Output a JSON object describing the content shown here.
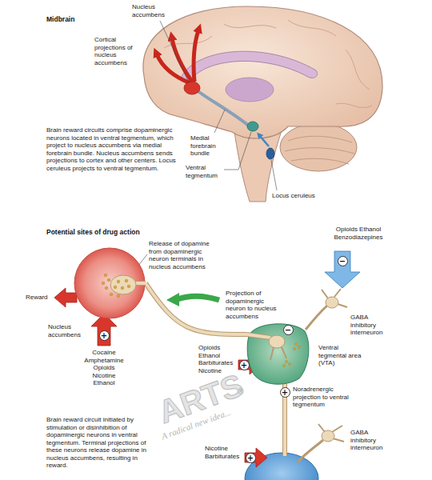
{
  "diagram": {
    "nodes": [
      {
        "text": [
          "Nucleus accumbens"
        ]
      },
      {
        "text": [
          "Ventral tegmental area (VTA)"
        ]
      }
    ],
    "edges": [
      {
        "from": 1,
        "to": 0,
        "arrow": "none"
      }
    ],
    "labels": [
      "Midbrain",
      "Nucleus accumbens",
      "Cortical projections of nucleus accumbens",
      "Medial forebrain bundle",
      "Ventral tegmentum",
      "Locus ceruleus",
      "Brain reward circuits comprise dopaminergic neurons located in ventral tegmentum, which project to nucleus accumbens via medial forebrain bundle. Nucleus accumbens sends projections to cortex and other centers. Locus ceruleus projects to ventral tegmentum.",
      "Potential sites of drug action",
      "Release of dopamine from dopaminergic neuron terminals in nucleus accumbens",
      "Reward",
      "Cocaine Amphetamine Opioids Nicotine Ethanol",
      "Opioids Ethanol Benzodiazepines",
      "Projection of dopaminergic neuron to nucleus accumbens",
      "GABA inhibitory interneuron",
      "Opioids Ethanol Barbiturates Nicotine",
      "Noradrenergic projection to ventral tegmentum",
      "Nicotine Barbiturates",
      "GABA inhibitory interneuron",
      "Brain reward circuit initiated by stimulation or disinhibition of dopaminergic neurons in ventral tegmentum. Terminal projections of these neurons release dopamine in nucleus accumbens, resulting in reward.",
      "−",
      "+",
      "+",
      "+",
      "−",
      "+",
      "ARTS",
      "®",
      "A radical new idea..."
    ]
  }
}
